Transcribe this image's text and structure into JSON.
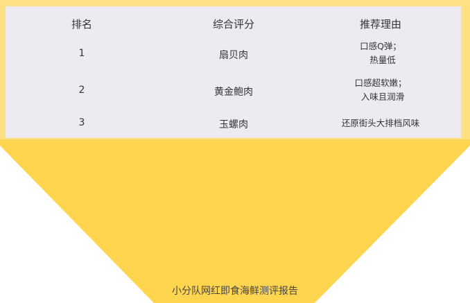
{
  "colors": {
    "frame": "#FFE083",
    "table_bg": "#EDEAF1",
    "funnel": "#FFD54F",
    "text": "#333333"
  },
  "table": {
    "headers": [
      "排名",
      "综合评分",
      "推荐理由"
    ],
    "rows": [
      {
        "rank": "1",
        "item": "扇贝肉",
        "reason_lines": [
          "口感Q弹；",
          "热量低"
        ]
      },
      {
        "rank": "2",
        "item": "黄金鲍肉",
        "reason_lines": [
          "口感超软嫩；",
          "入味且润滑"
        ]
      },
      {
        "rank": "3",
        "item": "玉螺肉",
        "reason_lines": [
          "还原街头大排档风味"
        ]
      }
    ]
  },
  "title": "小分队网红即食海鲜测评报告"
}
